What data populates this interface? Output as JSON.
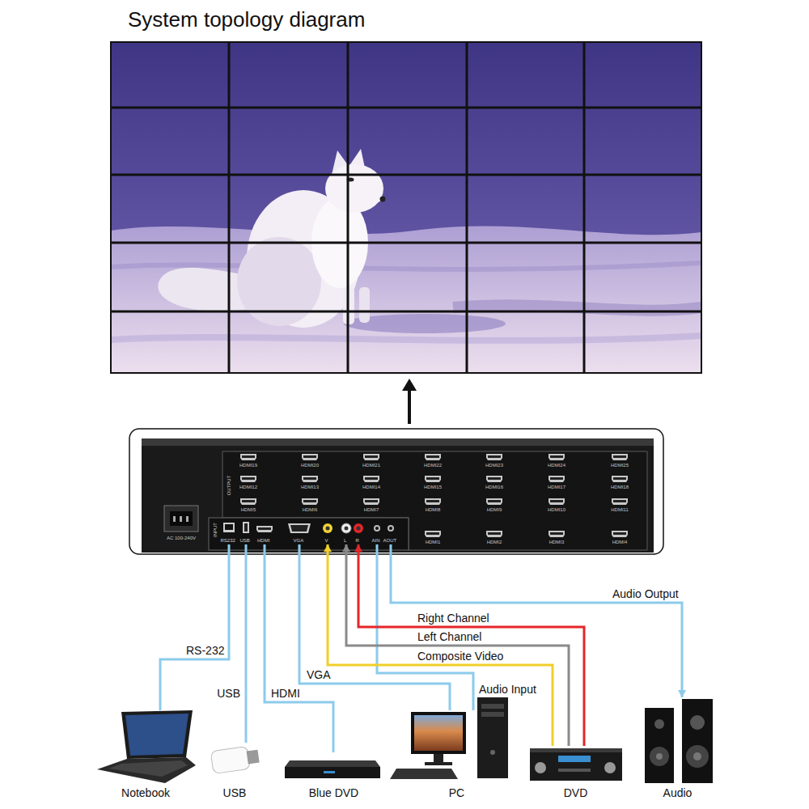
{
  "diagram": {
    "title": "System topology diagram",
    "nodes": [
      {
        "text": [
          "OUTPUT",
          "INPUT"
        ]
      },
      {
        "text": [
          "RS232"
        ],
        "in": 0
      },
      {
        "text": [
          "USB"
        ],
        "in": 0
      },
      {
        "text": [
          "HDMI"
        ],
        "in": 0
      },
      {
        "text": [
          "VGA"
        ],
        "in": 0
      },
      {
        "text": [
          "V"
        ],
        "in": 0
      },
      {
        "text": [
          "L"
        ],
        "in": 0
      },
      {
        "text": [
          "R"
        ],
        "in": 0
      },
      {
        "text": [
          "AIN"
        ],
        "in": 0
      },
      {
        "text": [
          "AOUT"
        ],
        "in": 0
      },
      {
        "text": [
          "Notebook"
        ]
      },
      {
        "text": [
          "USB"
        ]
      },
      {
        "text": [
          "Blue DVD"
        ]
      },
      {
        "text": [
          "PC"
        ]
      },
      {
        "text": [
          "DVD"
        ]
      },
      {
        "text": [
          "Audio"
        ]
      }
    ],
    "edges": [
      {
        "from": 10,
        "to": 1,
        "label": "RS-232",
        "arrow": "none"
      },
      {
        "from": 11,
        "to": 2,
        "label": "USB",
        "arrow": "none"
      },
      {
        "from": 12,
        "to": 3,
        "label": "HDMI",
        "arrow": "none"
      },
      {
        "from": 13,
        "to": 4,
        "label": "VGA",
        "arrow": "none"
      },
      {
        "from": 13,
        "to": 8,
        "label": "Audio Input",
        "arrow": "none"
      },
      {
        "from": 14,
        "to": 5,
        "label": "Composite Video",
        "arrow": "to"
      },
      {
        "from": 14,
        "to": 6,
        "label": "Left Channel",
        "arrow": "to"
      },
      {
        "from": 14,
        "to": 7,
        "label": "Right Channel",
        "arrow": "to"
      },
      {
        "from": 9,
        "to": 15,
        "label": "Audio Output",
        "arrow": "to"
      }
    ],
    "labels": [
      "HDMI19",
      "HDMI20",
      "HDMI21",
      "HDMI22",
      "HDMI23",
      "HDMI24",
      "HDMI25",
      "HDMI12",
      "HDMI13",
      "HDMI14",
      "HDMI15",
      "HDMI16",
      "HDMI17",
      "HDMI18",
      "HDMI5",
      "HDMI6",
      "HDMI7",
      "HDMI8",
      "HDMI9",
      "HDMI10",
      "HDMI11",
      "HDMI1",
      "HDMI2",
      "HDMI3",
      "HDMI4",
      "AC 100-240V"
    ]
  }
}
